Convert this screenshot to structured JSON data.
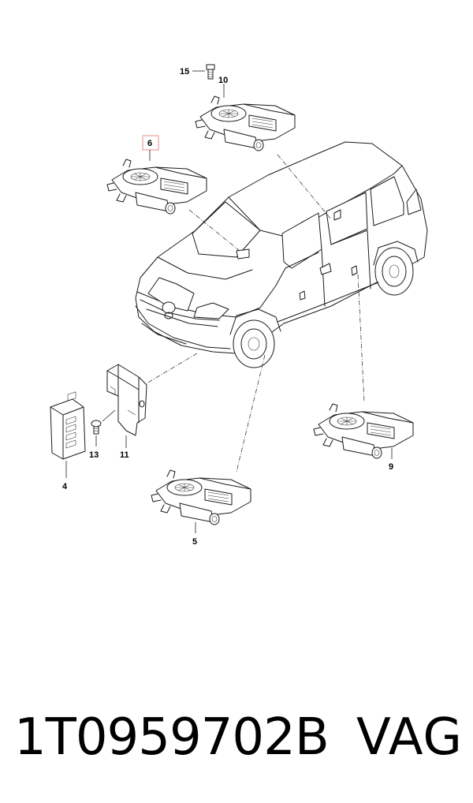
{
  "diagram": {
    "callouts": {
      "c15": "15",
      "c10": "10",
      "c6": "6",
      "c13": "13",
      "c11": "11",
      "c4": "4",
      "c9": "9",
      "c5": "5"
    },
    "highlight_color": "#e8a0a0"
  },
  "footer": {
    "part_number": "1T0959702B",
    "brand": "VAG"
  }
}
